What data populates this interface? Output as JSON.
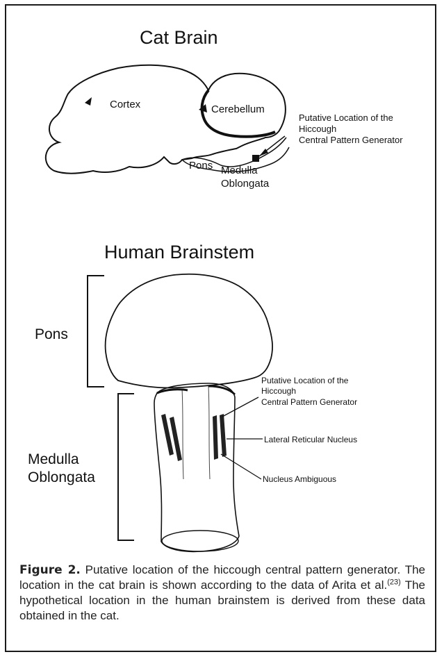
{
  "cat_brain": {
    "title": "Cat Brain",
    "labels": {
      "cortex": "Cortex",
      "cerebellum": "Cerebellum",
      "pons": "Pons",
      "medulla_line1": "Medulla",
      "medulla_line2": "Oblongata",
      "putative_line1": "Putative Location of the",
      "putative_line2": "Hiccough",
      "putative_line3": "Central Pattern Generator"
    }
  },
  "human_brainstem": {
    "title": "Human Brainstem",
    "labels": {
      "pons": "Pons",
      "medulla_line1": "Medulla",
      "medulla_line2": "Oblongata",
      "putative_line1": "Putative Location of the",
      "putative_line2": "Hiccough",
      "putative_line3": "Central Pattern Generator",
      "lateral_reticular": "Lateral Reticular Nucleus",
      "nucleus_ambiguous": "Nucleus Ambiguous"
    }
  },
  "caption": {
    "figure_label": "Figure 2.",
    "text_part1": " Putative location of the hiccough central pattern generator. The location in the cat brain is shown according to the data of Arita et al.",
    "citation": "(23)",
    "text_part2": " The hypothetical location in the human brainstem is derived from these data obtained in the cat."
  }
}
